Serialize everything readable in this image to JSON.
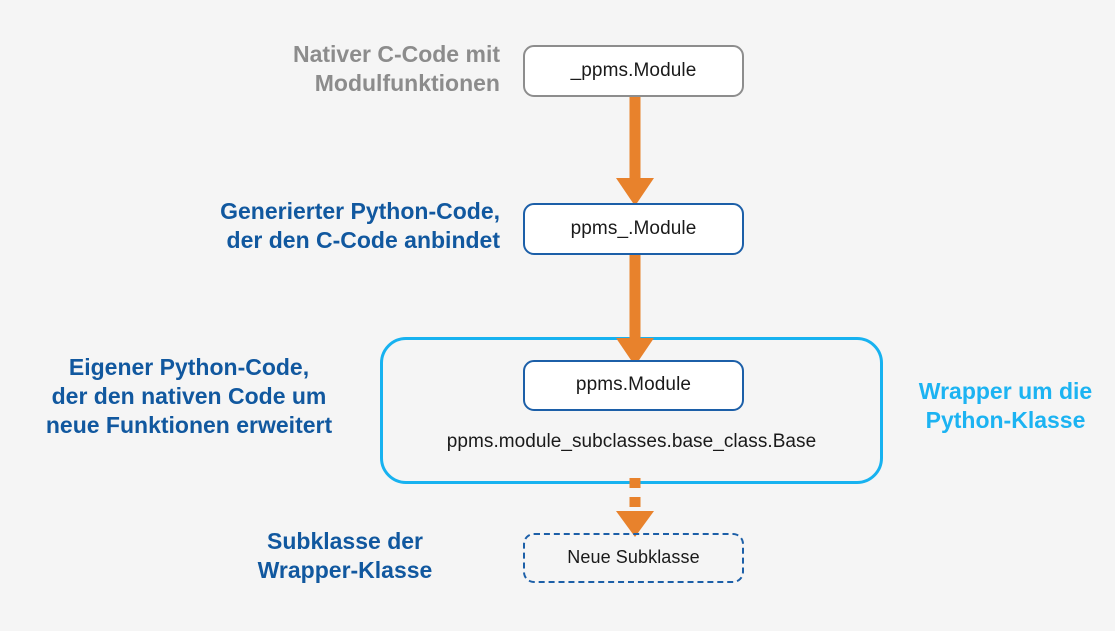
{
  "diagram": {
    "background_color": "#f5f5f5",
    "colors": {
      "arrow_orange": "#e8822c",
      "dark_blue": "#11589f",
      "light_blue": "#1cb3f2",
      "gray": "#8c8c8c",
      "node_border_gray": "#8d8d8d",
      "node_border_blue": "#1c5fa8"
    },
    "nodes": [
      {
        "id": "native",
        "label": "_ppms.Module"
      },
      {
        "id": "generated",
        "label": "ppms_.Module"
      },
      {
        "id": "wrapped",
        "label": "ppms.Module"
      },
      {
        "id": "subclass",
        "label": "Neue Subklasse"
      }
    ],
    "base_class": "ppms.module_subclasses.base_class.Base",
    "labels": {
      "native_line1": "Nativer C-Code mit",
      "native_line2": "Modulfunktionen",
      "generated_line1": "Generierter Python-Code,",
      "generated_line2": "der den C-Code anbindet",
      "own_line1": "Eigener Python-Code,",
      "own_line2": "der den nativen Code um",
      "own_line3": "neue Funktionen erweitert",
      "subclass_line1": "Subklasse der",
      "subclass_line2": "Wrapper-Klasse",
      "wrapper_line1": "Wrapper um die",
      "wrapper_line2": "Python-Klasse"
    }
  }
}
